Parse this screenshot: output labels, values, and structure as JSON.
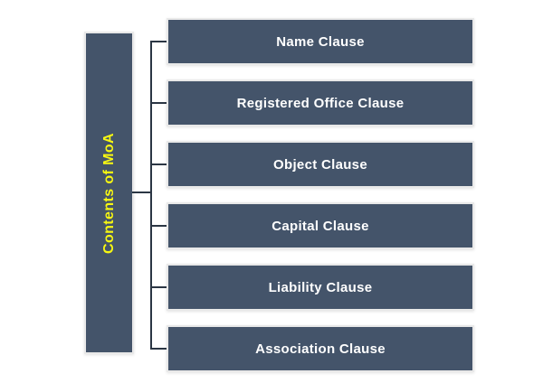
{
  "diagram": {
    "title": "Contents of MoA",
    "clauses": [
      {
        "label": "Name Clause"
      },
      {
        "label": "Registered Office Clause"
      },
      {
        "label": "Object Clause"
      },
      {
        "label": "Capital Clause"
      },
      {
        "label": "Liability Clause"
      },
      {
        "label": "Association Clause"
      }
    ],
    "colors": {
      "box_fill": "#44546A",
      "box_border": "#E9E9E9",
      "connector": "#2B3644",
      "clause_text": "#FFFFFF",
      "title_text": "#F7F712",
      "background": "#FFFFFF"
    }
  }
}
